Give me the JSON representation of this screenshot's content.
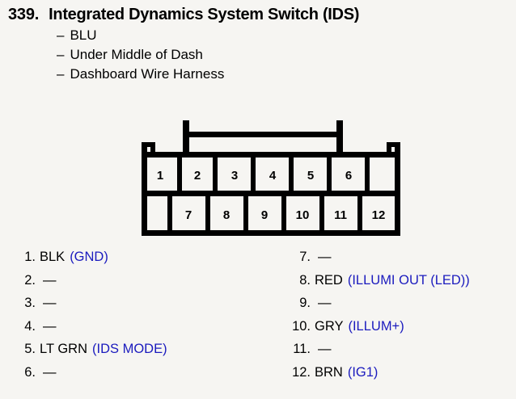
{
  "header": {
    "number": "339.",
    "title": "Integrated Dynamics System Switch (IDS)",
    "sublines": [
      {
        "dash": "–",
        "text": "BLU"
      },
      {
        "dash": "–",
        "text": "Under Middle of Dash"
      },
      {
        "dash": "–",
        "text": "Dashboard Wire Harness"
      }
    ]
  },
  "connector": {
    "name": "12-pin-connector-diagram",
    "top_row_pins": [
      "1",
      "2",
      "3",
      "4",
      "5",
      "6"
    ],
    "bottom_row_pins": [
      "7",
      "8",
      "9",
      "10",
      "11",
      "12"
    ]
  },
  "pins": {
    "left": [
      {
        "num": "1.",
        "wire": "BLK",
        "func": "(GND)",
        "empty": false,
        "dash": ""
      },
      {
        "num": "2.",
        "wire": "",
        "func": "",
        "empty": true,
        "dash": "—"
      },
      {
        "num": "3.",
        "wire": "",
        "func": "",
        "empty": true,
        "dash": "—"
      },
      {
        "num": "4.",
        "wire": "",
        "func": "",
        "empty": true,
        "dash": "—"
      },
      {
        "num": "5.",
        "wire": "LT GRN",
        "func": "(IDS MODE)",
        "empty": false,
        "dash": ""
      },
      {
        "num": "6.",
        "wire": "",
        "func": "",
        "empty": true,
        "dash": "—"
      }
    ],
    "right": [
      {
        "num": "7.",
        "wire": "",
        "func": "",
        "empty": true,
        "dash": "—"
      },
      {
        "num": "8.",
        "wire": "RED",
        "func": "(ILLUMI OUT (LED))",
        "empty": false,
        "dash": ""
      },
      {
        "num": "9.",
        "wire": "",
        "func": "",
        "empty": true,
        "dash": "—"
      },
      {
        "num": "10.",
        "wire": "GRY",
        "func": "(ILLUM+)",
        "empty": false,
        "dash": ""
      },
      {
        "num": "11.",
        "wire": "",
        "func": "",
        "empty": true,
        "dash": "—"
      },
      {
        "num": "12.",
        "wire": "BRN",
        "func": "(IG1)",
        "empty": false,
        "dash": ""
      }
    ]
  },
  "colors": {
    "background": "#f6f5f2",
    "text": "#000000",
    "function_blue": "#1b1bbe",
    "outline": "#000000"
  }
}
